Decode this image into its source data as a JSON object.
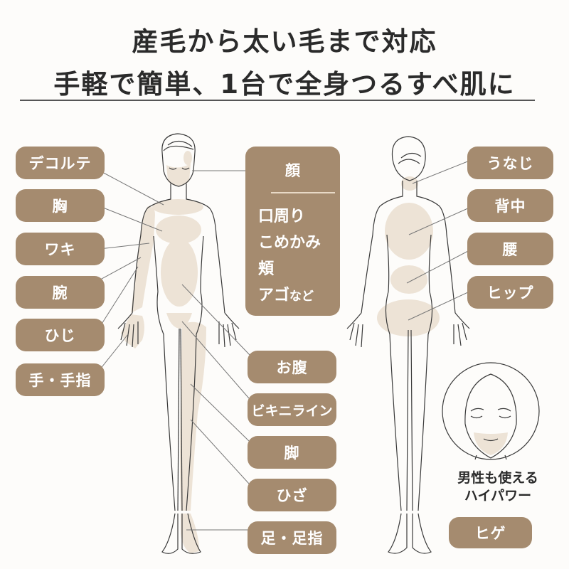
{
  "headline": {
    "line1": "産毛から太い毛まで対応",
    "line2": "手軽で簡単、1台で全身つるすべ肌に"
  },
  "colors": {
    "pill": "#a58b6f",
    "skin_highlight": "#ede3d6",
    "outline": "#3a3a3a",
    "leader_line": "#777777",
    "background": "#fdfcfa"
  },
  "front_labels_left": [
    {
      "label": "デコルテ"
    },
    {
      "label": "胸"
    },
    {
      "label": "ワキ"
    },
    {
      "label": "腕"
    },
    {
      "label": "ひじ"
    },
    {
      "label": "手・手指"
    }
  ],
  "face_box": {
    "title": "顔",
    "items": [
      "口周り",
      "こめかみ",
      "頬",
      "アゴ"
    ],
    "suffix": "など"
  },
  "front_labels_right": [
    {
      "label": "お腹"
    },
    {
      "label": "ビキニライン"
    },
    {
      "label": "脚"
    },
    {
      "label": "ひざ"
    },
    {
      "label": "足・足指"
    }
  ],
  "back_labels": [
    {
      "label": "うなじ"
    },
    {
      "label": "背中"
    },
    {
      "label": "腰"
    },
    {
      "label": "ヒップ"
    }
  ],
  "male": {
    "caption_line1": "男性も使える",
    "caption_line2": "ハイパワー",
    "label": "ヒゲ"
  }
}
